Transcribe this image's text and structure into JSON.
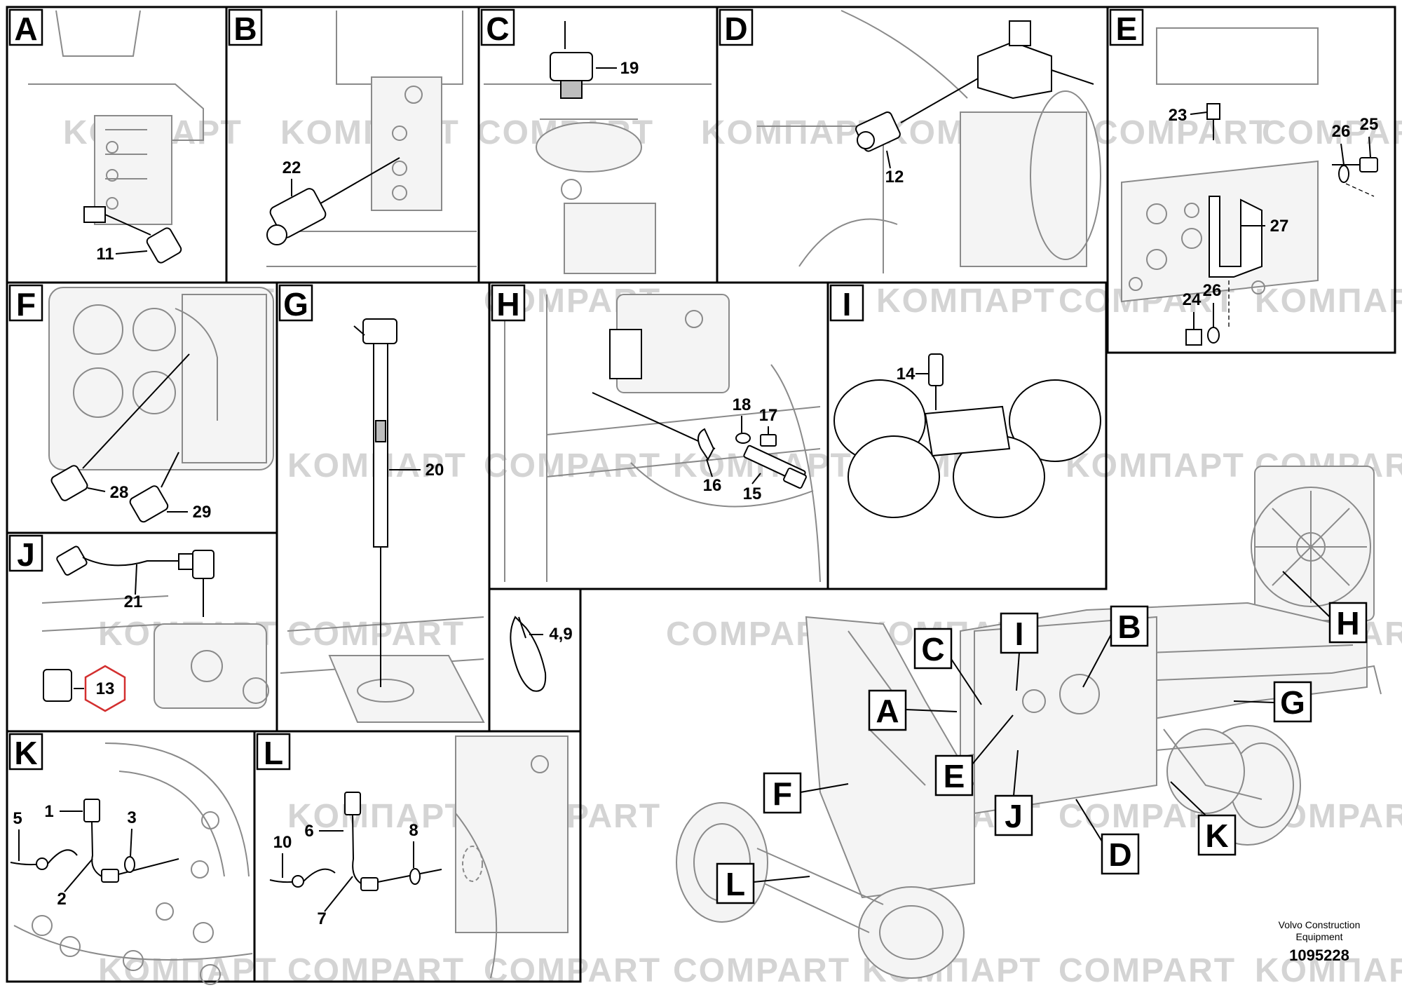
{
  "watermarks": [
    "KOMПАРТ",
    "COMPART"
  ],
  "panels": [
    {
      "letter": "A",
      "parts": [
        "11"
      ]
    },
    {
      "letter": "B",
      "parts": [
        "22"
      ]
    },
    {
      "letter": "C",
      "parts": [
        "19"
      ]
    },
    {
      "letter": "D",
      "parts": [
        "12"
      ]
    },
    {
      "letter": "E",
      "parts": [
        "23",
        "26",
        "25",
        "27",
        "24",
        "26"
      ]
    },
    {
      "letter": "F",
      "parts": [
        "28",
        "29"
      ]
    },
    {
      "letter": "G",
      "parts": [
        "20"
      ]
    },
    {
      "letter": "H",
      "parts": [
        "18",
        "17",
        "16",
        "15"
      ]
    },
    {
      "letter": "I",
      "parts": [
        "14"
      ]
    },
    {
      "letter": "J",
      "parts": [
        "21",
        "13"
      ]
    },
    {
      "letter": "K",
      "parts": [
        "1",
        "5",
        "3",
        "2"
      ]
    },
    {
      "letter": "L",
      "parts": [
        "6",
        "10",
        "8",
        "7"
      ]
    },
    {
      "letter": "",
      "parts": [
        "4,9"
      ]
    }
  ],
  "overview_callouts": [
    "C",
    "I",
    "B",
    "A",
    "G",
    "E",
    "H",
    "F",
    "J",
    "D",
    "K",
    "L"
  ],
  "highlighted_part": "13",
  "highlight_color": "#d32f2f",
  "footer": {
    "company": "Volvo Construction",
    "company_line2": "Equipment",
    "doc_number": "1095228"
  }
}
